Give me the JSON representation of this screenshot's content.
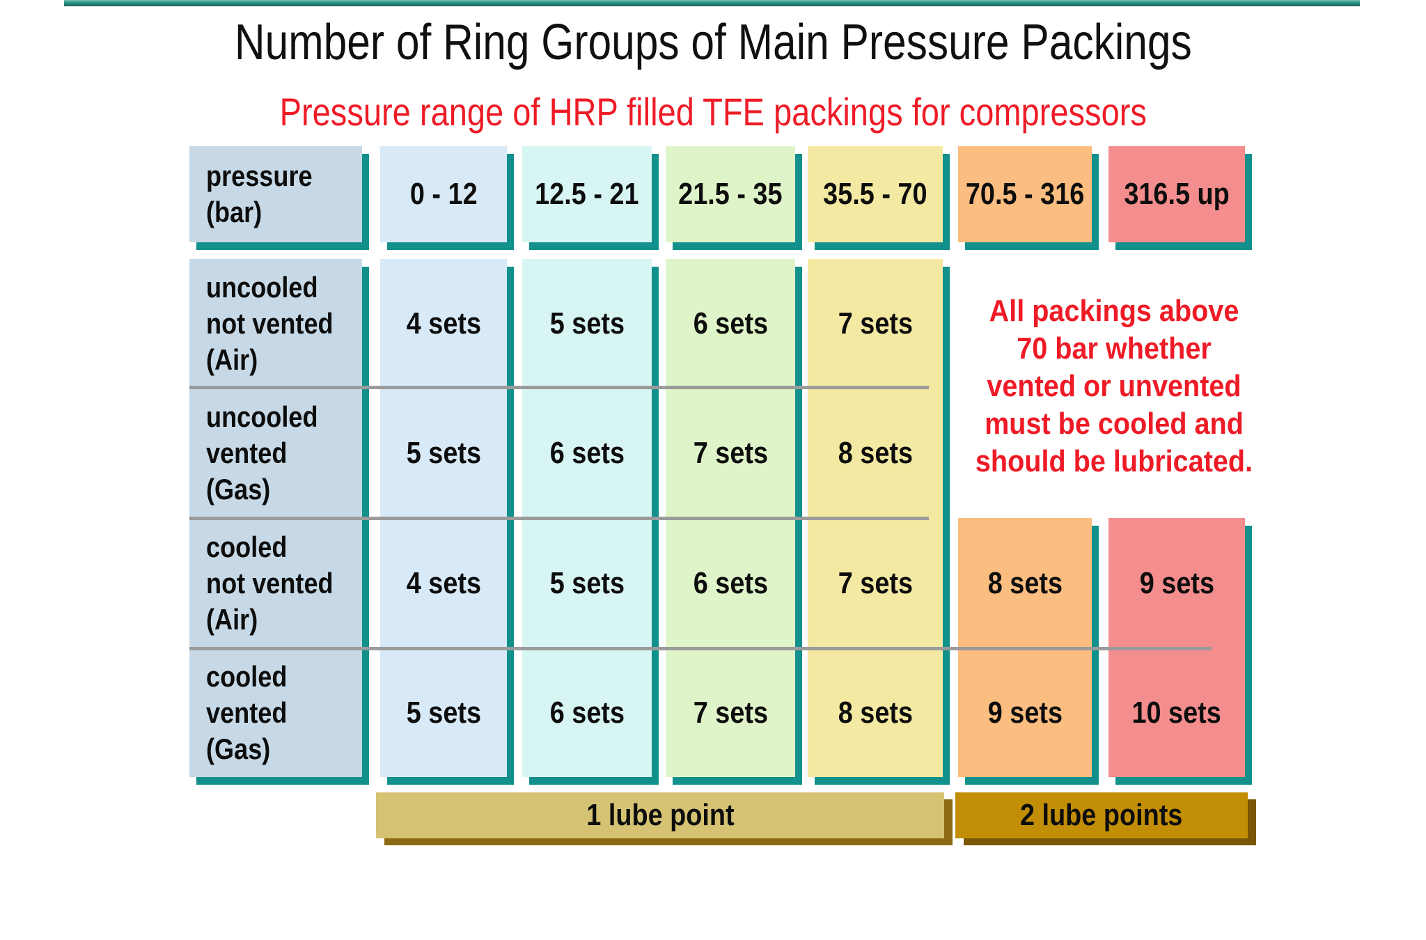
{
  "slide": {
    "title": "Number of Ring Groups of Main Pressure Packings",
    "subtitle": "Pressure range of HRP filled TFE packings for compressors"
  },
  "table": {
    "corner_header": {
      "lines": [
        "pressure",
        "(bar)"
      ]
    },
    "columns": [
      {
        "range": "0 - 12"
      },
      {
        "range": "12.5 - 21"
      },
      {
        "range": "21.5 - 35"
      },
      {
        "range": "35.5 - 70"
      },
      {
        "range": "70.5 - 316"
      },
      {
        "range": "316.5 up"
      }
    ],
    "rows": [
      {
        "label_lines": [
          "uncooled",
          "not vented",
          "(Air)"
        ],
        "values": [
          "4 sets",
          "5 sets",
          "6 sets",
          "7 sets",
          "",
          ""
        ]
      },
      {
        "label_lines": [
          "uncooled",
          "vented",
          "(Gas)"
        ],
        "values": [
          "5 sets",
          "6 sets",
          "7 sets",
          "8 sets",
          "",
          ""
        ]
      },
      {
        "label_lines": [
          "cooled",
          "not vented",
          "(Air)"
        ],
        "values": [
          "4 sets",
          "5 sets",
          "6 sets",
          "7 sets",
          "8 sets",
          "9 sets"
        ]
      },
      {
        "label_lines": [
          "cooled",
          "vented",
          "(Gas)"
        ],
        "values": [
          "5 sets",
          "6 sets",
          "7 sets",
          "8 sets",
          "9 sets",
          "10 sets"
        ]
      }
    ],
    "note_lines": [
      "All packings above",
      "70 bar whether",
      "vented or unvented",
      "must be cooled and",
      "should be lubricated."
    ],
    "footers": [
      {
        "label": "1 lube point"
      },
      {
        "label": "2 lube points"
      }
    ]
  },
  "colors": {
    "accent_bar_teal": "#2C9484",
    "cell_shadow_teal": "#12908C",
    "column_pressure_label": "#C7D9E6",
    "column_0_12": "#D8EAF7",
    "column_12_5_21": "#D7F5F3",
    "column_21_5_35": "#DFF5C9",
    "column_35_5_70": "#F4E9A2",
    "column_70_5_316": "#FBBD80",
    "column_316_5_up": "#F48D8D",
    "row_separator_gray": "#9B9B9B",
    "note_red": "#EE1B26",
    "footer_1_lube_point": "#D5C373",
    "footer_2_lube_points": "#C28E06",
    "table_text": "#000000"
  }
}
